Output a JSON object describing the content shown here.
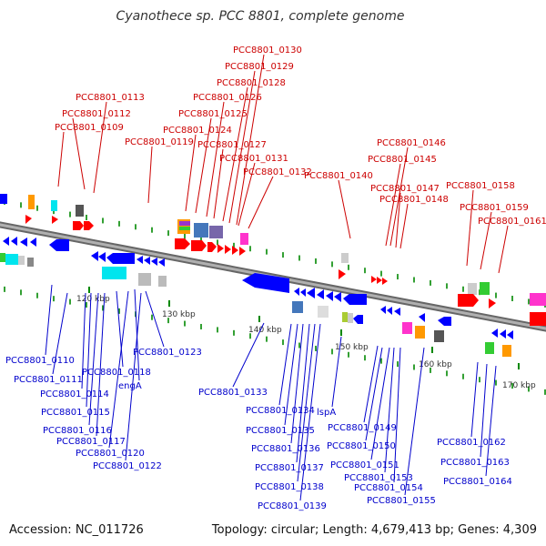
{
  "title": "Cyanothece sp. PCC 8801, complete genome",
  "footer": {
    "accession": "Accession: NC_011726",
    "summary": "Topology: circular; Length: 4,679,413 bp; Genes: 4,309"
  },
  "colors": {
    "top_label": "#cc0000",
    "bottom_label": "#0000cc",
    "forward_gene": "#ff0000",
    "reverse_gene": "#0000ff",
    "tick": "#008800",
    "backbone": "#888888"
  },
  "ticks": [
    {
      "label": "120 kbp"
    },
    {
      "label": "130 kbp"
    },
    {
      "label": "140 kbp"
    },
    {
      "label": "150 kbp"
    },
    {
      "label": "160 kbp"
    },
    {
      "label": "170 kbp"
    }
  ],
  "top_labels": [
    {
      "text": "PCC8801_0109"
    },
    {
      "text": "PCC8801_0112"
    },
    {
      "text": "PCC8801_0113"
    },
    {
      "text": "PCC8801_0119"
    },
    {
      "text": "PCC8801_0124"
    },
    {
      "text": "PCC8801_0125"
    },
    {
      "text": "PCC8801_0126"
    },
    {
      "text": "PCC8801_0127"
    },
    {
      "text": "PCC8801_0128"
    },
    {
      "text": "PCC8801_0129"
    },
    {
      "text": "PCC8801_0130"
    },
    {
      "text": "PCC8801_0131"
    },
    {
      "text": "PCC8801_0132"
    },
    {
      "text": "PCC8801_0140"
    },
    {
      "text": "PCC8801_0145"
    },
    {
      "text": "PCC8801_0146"
    },
    {
      "text": "PCC8801_0147"
    },
    {
      "text": "PCC8801_0148"
    },
    {
      "text": "PCC8801_0158"
    },
    {
      "text": "PCC8801_0159"
    },
    {
      "text": "PCC8801_0161"
    }
  ],
  "bottom_labels": [
    {
      "text": "PCC8801_0110"
    },
    {
      "text": "PCC8801_0111"
    },
    {
      "text": "PCC8801_0114"
    },
    {
      "text": "PCC8801_0115"
    },
    {
      "text": "PCC8801_0116"
    },
    {
      "text": "PCC8801_0117"
    },
    {
      "text": "PCC8801_0118"
    },
    {
      "text": "engA"
    },
    {
      "text": "PCC8801_0120"
    },
    {
      "text": "PCC8801_0122"
    },
    {
      "text": "PCC8801_0123"
    },
    {
      "text": "PCC8801_0133"
    },
    {
      "text": "PCC8801_0134"
    },
    {
      "text": "PCC8801_0135"
    },
    {
      "text": "PCC8801_0136"
    },
    {
      "text": "PCC8801_0137"
    },
    {
      "text": "PCC8801_0138"
    },
    {
      "text": "PCC8801_0139"
    },
    {
      "text": "lspA"
    },
    {
      "text": "PCC8801_0149"
    },
    {
      "text": "PCC8801_0150"
    },
    {
      "text": "PCC8801_0151"
    },
    {
      "text": "PCC8801_0153"
    },
    {
      "text": "PCC8801_0154"
    },
    {
      "text": "PCC8801_0155"
    },
    {
      "text": "PCC8801_0162"
    },
    {
      "text": "PCC8801_0163"
    },
    {
      "text": "PCC8801_0164"
    }
  ]
}
